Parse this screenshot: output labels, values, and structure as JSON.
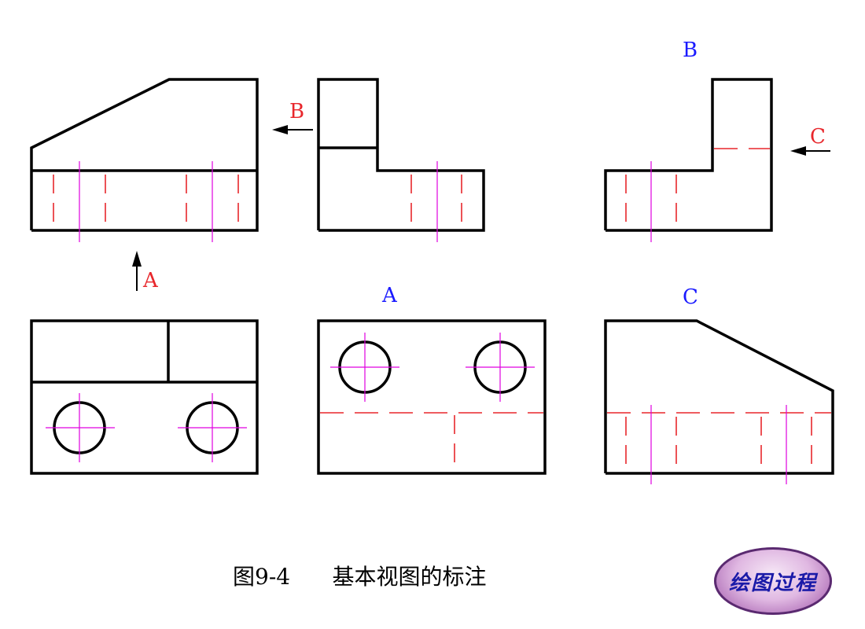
{
  "view_labels": {
    "arrow_b": "B",
    "arrow_a": "A",
    "arrow_c": "C",
    "title_b": "B",
    "title_a": "A",
    "title_c": "C"
  },
  "caption": {
    "figure_number": "图9-4",
    "title": "基本视图的标注"
  },
  "button": {
    "label": "绘图过程"
  },
  "colors": {
    "object_line": "#000000",
    "hidden_line": "#e8272c",
    "center_line": "#e000e0",
    "arrow_label": "#e8272c",
    "view_title": "#1a1aff"
  }
}
